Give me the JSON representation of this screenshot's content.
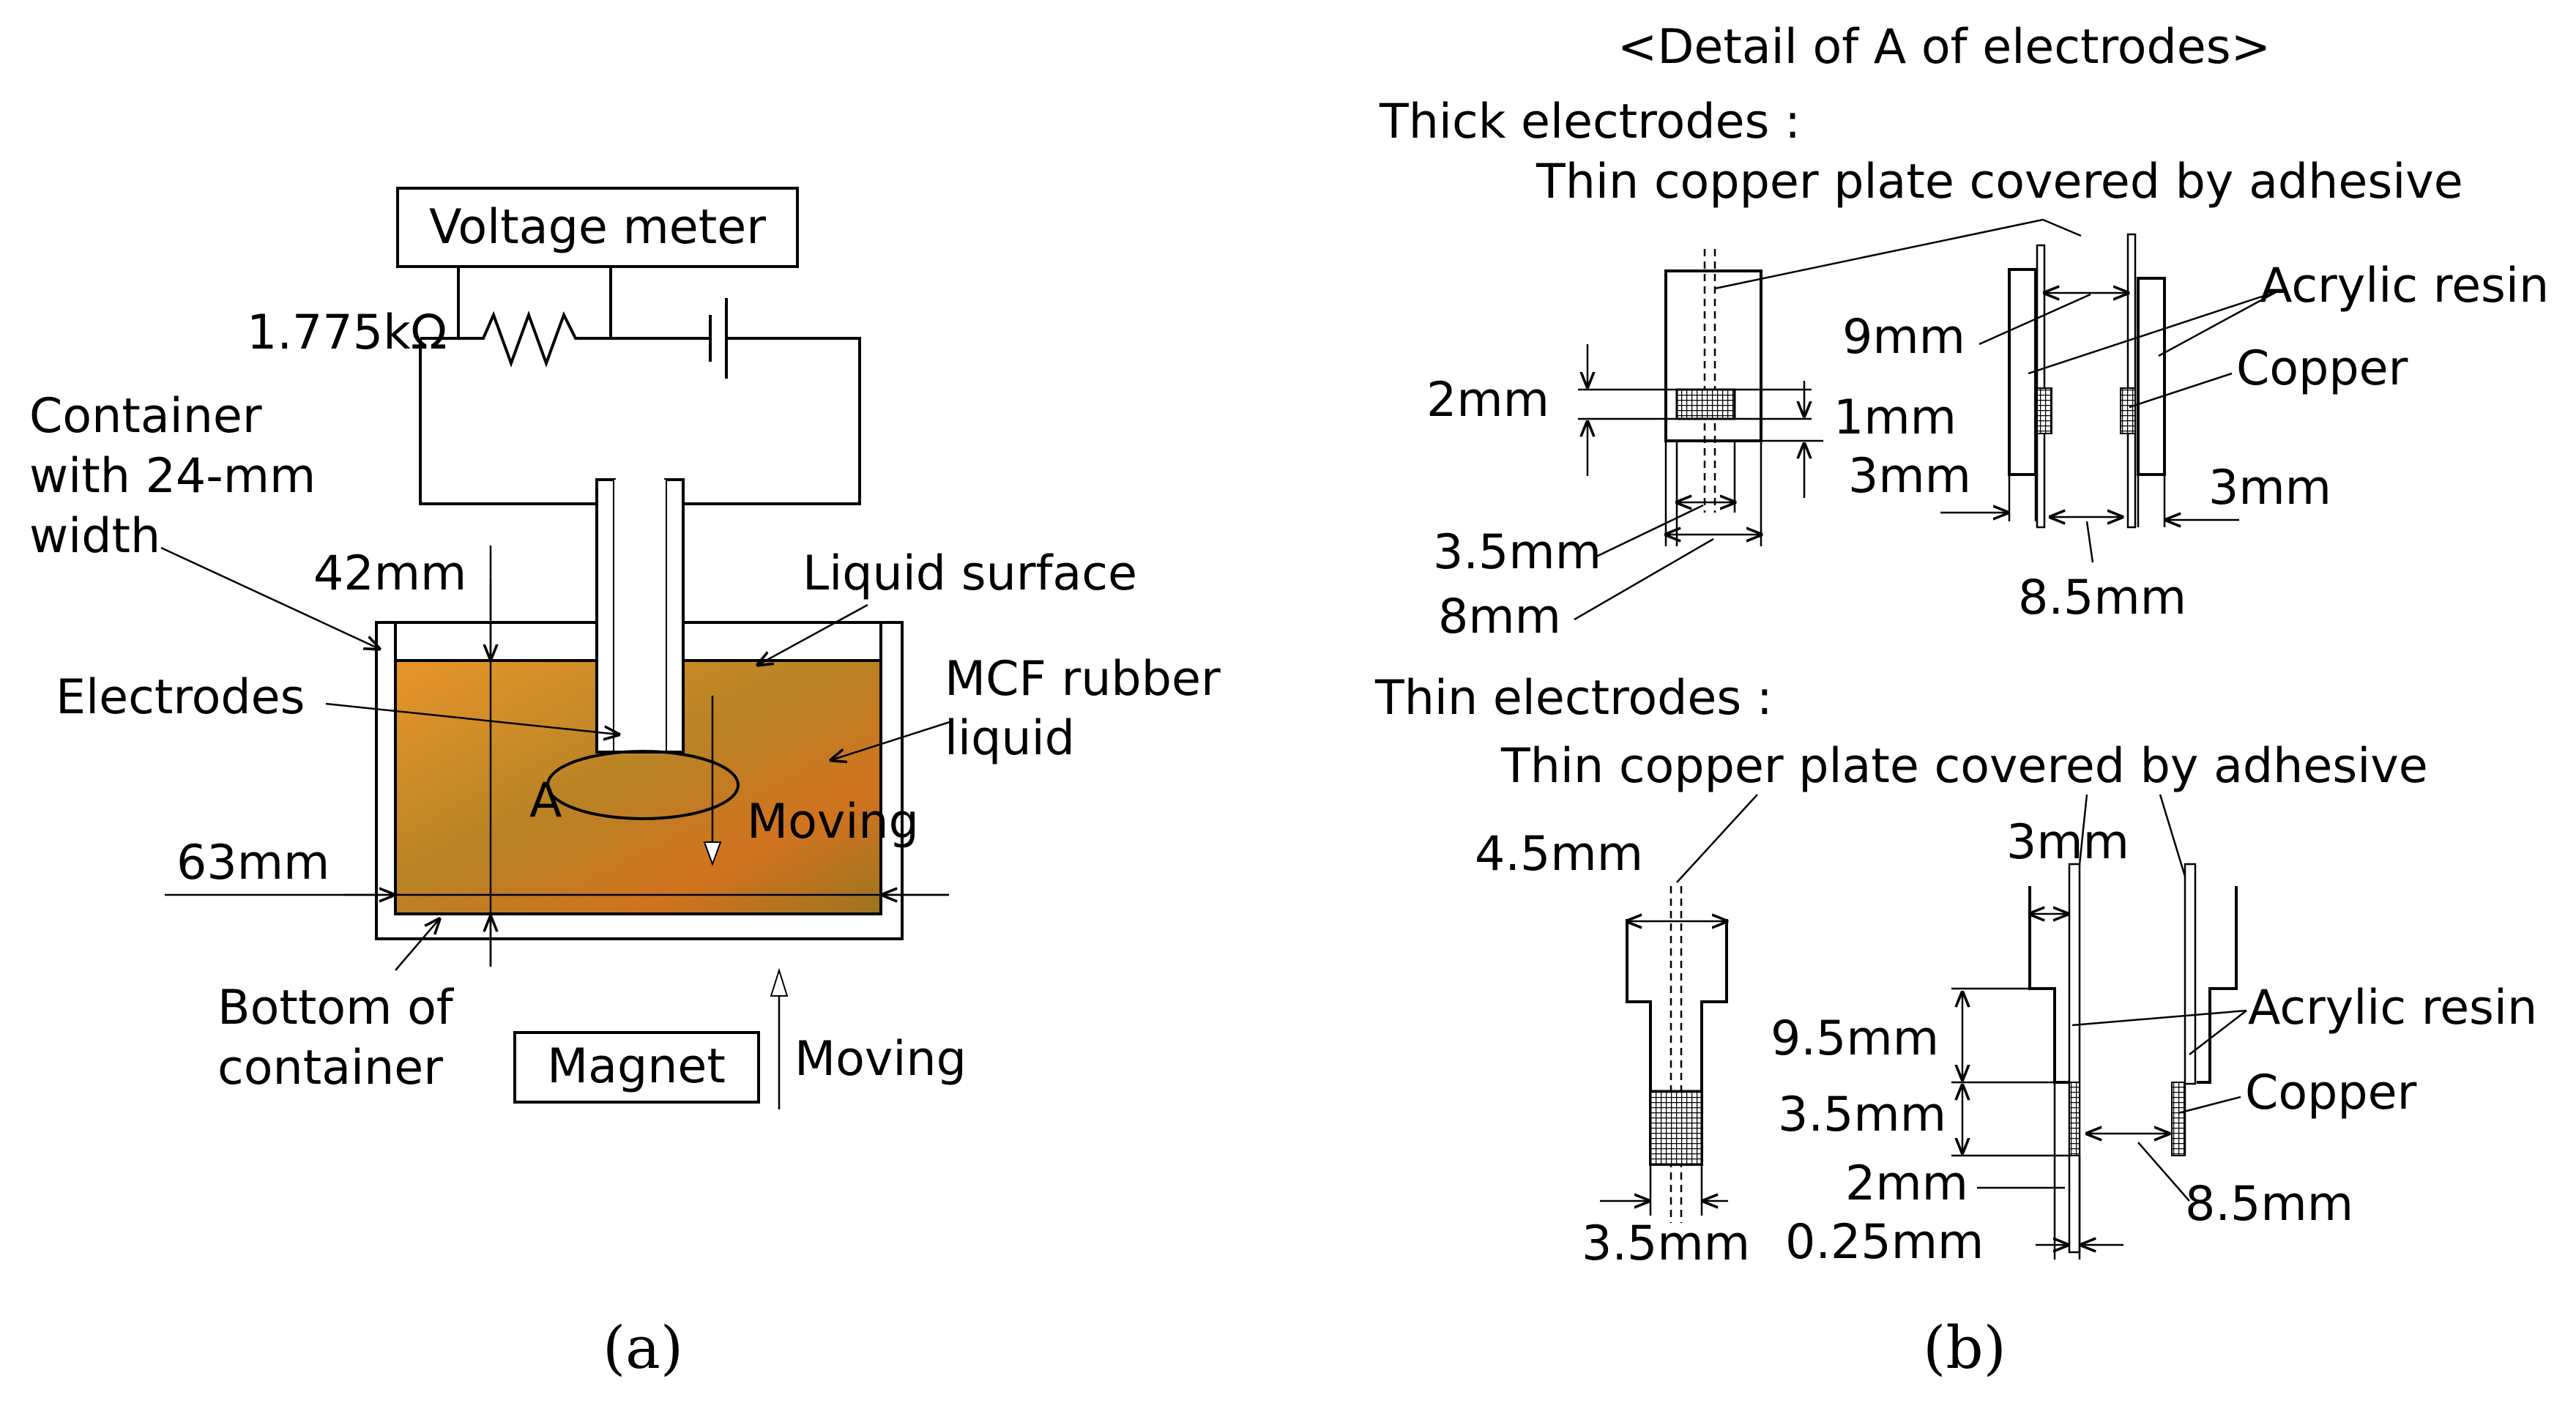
{
  "panel_a": {
    "voltage_meter": "Voltage meter",
    "resistance": "1.775kΩ",
    "container": [
      "Container",
      "with 24-mm",
      "width"
    ],
    "dim_42": "42mm",
    "liquid_surface": "Liquid surface",
    "electrodes": "Electrodes",
    "mcf": [
      "MCF rubber",
      "liquid"
    ],
    "label_a": "A",
    "moving_electrode": "Moving",
    "dim_63": "63mm",
    "bottom": [
      "Bottom of",
      "container"
    ],
    "magnet": "Magnet",
    "moving_magnet": "Moving",
    "caption": "(a)",
    "colors": {
      "liquid_light": "#e0922e",
      "liquid_dark": "#9a6a1c"
    }
  },
  "panel_b": {
    "title": "<Detail of A of electrodes>",
    "thick": {
      "heading": "Thick electrodes :",
      "plate_label": "Thin copper plate covered by adhesive",
      "acrylic": "Acrylic resin",
      "copper": "Copper",
      "d_9": "9mm",
      "d_2": "2mm",
      "d_1": "1mm",
      "d_3a": "3mm",
      "d_3b": "3mm",
      "d_35": "3.5mm",
      "d_8": "8mm",
      "d_85": "8.5mm"
    },
    "thin": {
      "heading": "Thin electrodes :",
      "plate_label": "Thin copper plate covered by adhesive",
      "d_45": "4.5mm",
      "d_3": "3mm",
      "acrylic": "Acrylic resin",
      "d_95": "9.5mm",
      "d_35a": "3.5mm",
      "copper": "Copper",
      "d_2": "2mm",
      "d_85": "8.5mm",
      "d_35b": "3.5mm",
      "d_025": "0.25mm"
    },
    "caption": "(b)"
  }
}
